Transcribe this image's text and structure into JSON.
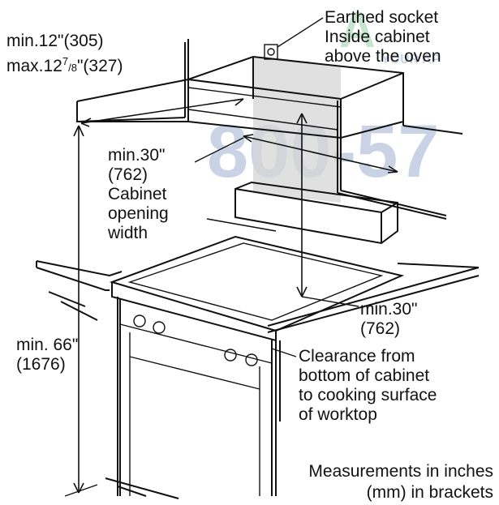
{
  "watermark": {
    "top": "A",
    "sub": "YOUR AP",
    "phone": "800-57"
  },
  "labels": {
    "socket": [
      "Earthed socket",
      "Inside cabinet",
      "above the oven"
    ],
    "depth_min": "min.12\"(305)",
    "depth_max_prefix": "max.12",
    "depth_max_sup": "7",
    "depth_max_sub": "/8",
    "depth_max_suffix": "\"(327)",
    "width": [
      "min.30\"",
      "(762)",
      "Cabinet",
      "opening",
      "width"
    ],
    "height_total": [
      "min. 66\"",
      "(1676)"
    ],
    "clearance_value": [
      "min.30\"",
      "(762)"
    ],
    "clearance_desc": [
      "Clearance from",
      "bottom of cabinet",
      "to cooking surface",
      "of worktop"
    ],
    "units_note": [
      "Measurements in inches",
      "(mm) in brackets"
    ]
  },
  "colors": {
    "line": "#111111",
    "shade": "#d6d6d6",
    "watermark_blue": "#0e3a8c",
    "watermark_green": "#3aa552"
  }
}
